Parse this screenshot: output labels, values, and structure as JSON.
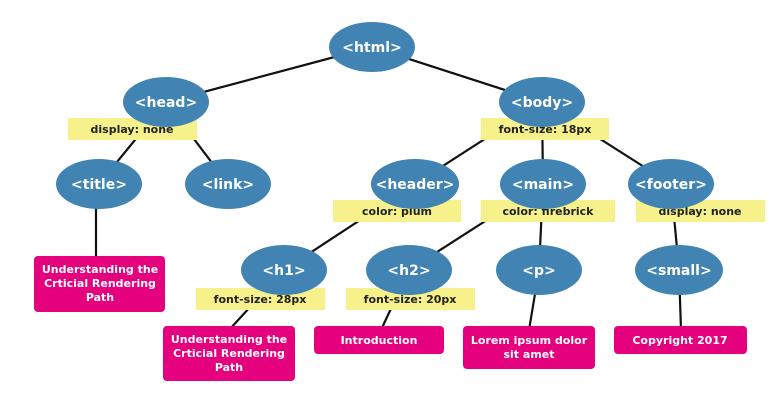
{
  "colors": {
    "node": "#4184b3",
    "style_label": "#f6f18a",
    "text_leaf": "#e5007e",
    "edge": "#111111"
  },
  "nodes": {
    "html": "<html>",
    "head": "<head>",
    "body": "<body>",
    "title": "<title>",
    "link": "<link>",
    "header": "<header>",
    "main": "<main>",
    "footer": "<footer>",
    "h1": "<h1>",
    "h2": "<h2>",
    "p": "<p>",
    "small": "<small>"
  },
  "styles": {
    "head": "display: none",
    "body": "font-size: 18px",
    "header": "color: plum",
    "main": "color: firebrick",
    "footer": "display: none",
    "h1": "font-size: 28px",
    "h2": "font-size: 20px"
  },
  "text_leaves": {
    "title": [
      "Understanding the",
      "Crticial Rendering",
      "Path"
    ],
    "h1": [
      "Understanding the",
      "Crticial Rendering",
      "Path"
    ],
    "h2": [
      "Introduction"
    ],
    "p": [
      "Lorem ipsum dolor",
      "sit amet"
    ],
    "small": [
      "Copyright 2017"
    ]
  }
}
